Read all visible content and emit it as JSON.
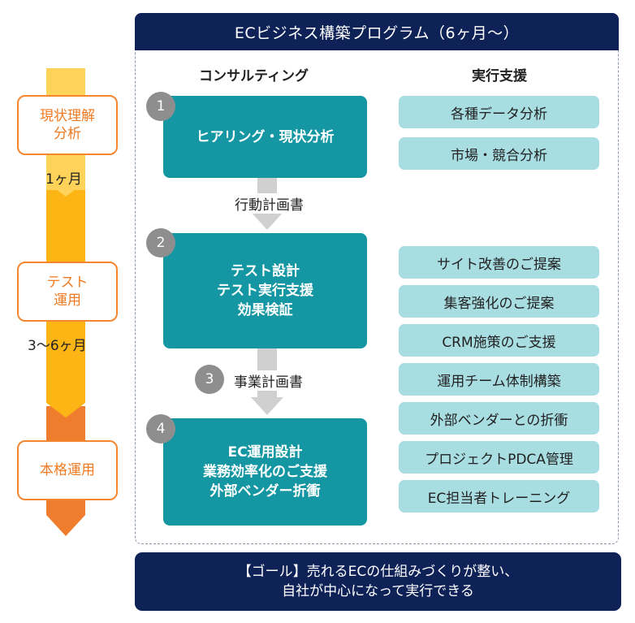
{
  "timeline": {
    "phases": [
      {
        "label_line1": "現状理解",
        "label_line2": "分析"
      },
      {
        "label_line1": "テスト",
        "label_line2": "運用"
      },
      {
        "label_line1": "本格運用",
        "label_line2": ""
      }
    ],
    "durations": [
      "1ヶ月",
      "3〜6ヶ月"
    ],
    "colors": {
      "phase1": "#FFD25A",
      "phase2": "#FDB515",
      "phase3": "#F07D2E"
    }
  },
  "program": {
    "title": "ECビジネス構築プログラム（6ヶ月〜）",
    "consulting_header": "コンサルティング",
    "support_header": "実行支援"
  },
  "steps": [
    {
      "number": "1",
      "lines": [
        "ヒアリング・現状分析"
      ]
    },
    {
      "number": "2",
      "lines": [
        "テスト設計",
        "テスト実行支援",
        "効果検証"
      ]
    },
    {
      "number": "4",
      "lines": [
        "EC運用設計",
        "業務効率化のご支援",
        "外部ベンダー折衝"
      ]
    }
  ],
  "deliverables": [
    {
      "number": "",
      "label": "行動計画書"
    },
    {
      "number": "3",
      "label": "事業計画書"
    }
  ],
  "support_items": [
    "各種データ分析",
    "市場・競合分析",
    "サイト改善のご提案",
    "集客強化のご提案",
    "CRM施策のご支援",
    "運用チーム体制構築",
    "外部ベンダーとの折衝",
    "プロジェクトPDCA管理",
    "EC担当者トレーニング"
  ],
  "goal": {
    "line1": "【ゴール】売れるECの仕組みづくりが整い、",
    "line2": "自社が中心になって実行できる"
  },
  "colors": {
    "navy": "#0E2258",
    "teal": "#1497A3",
    "light_teal": "#A8DDE2",
    "orange": "#F3862F"
  }
}
